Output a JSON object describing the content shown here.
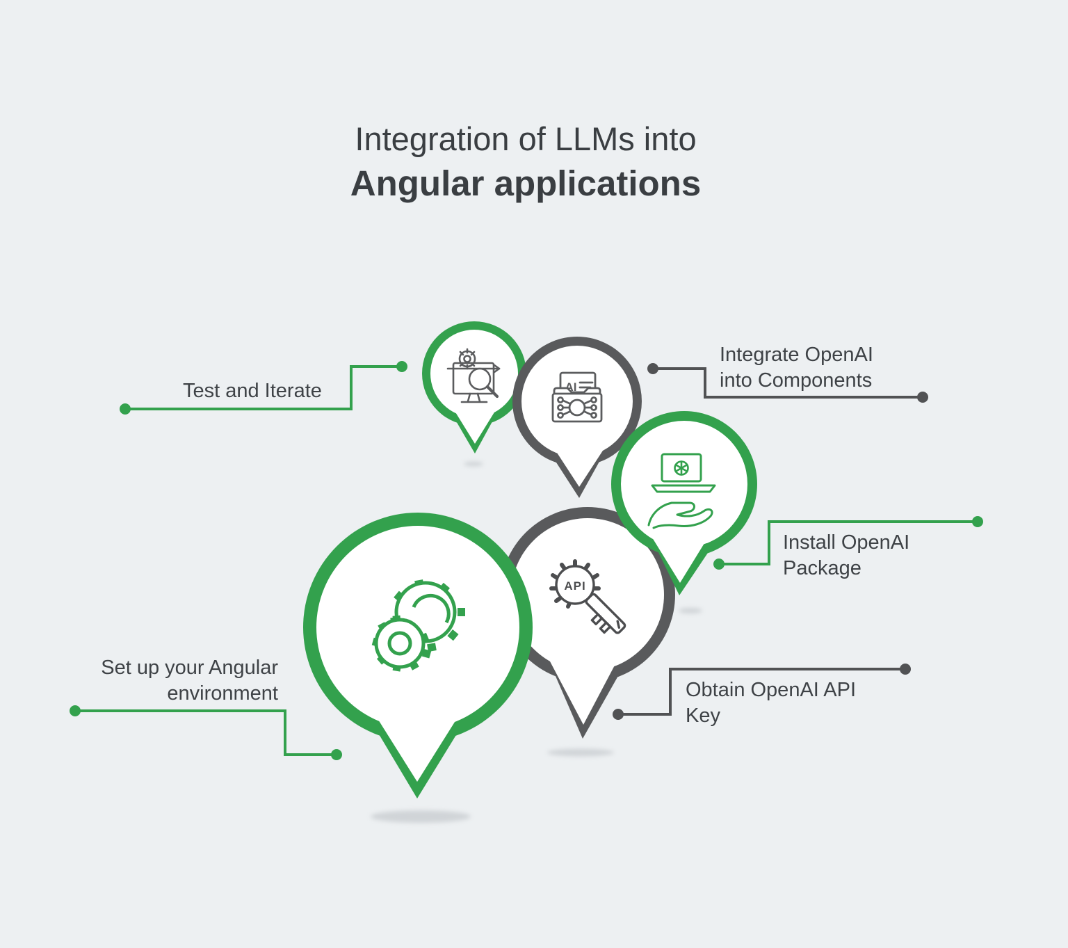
{
  "title": {
    "line1": "Integration of LLMs into",
    "line2": "Angular applications"
  },
  "steps": [
    {
      "name": "test-and-iterate",
      "lines": [
        "Test and Iterate"
      ],
      "accent": "green"
    },
    {
      "name": "integrate-openai-into-components",
      "lines": [
        "Integrate OpenAI",
        "into Components"
      ],
      "accent": "gray"
    },
    {
      "name": "install-openai-package",
      "lines": [
        "Install OpenAI",
        "Package"
      ],
      "accent": "green"
    },
    {
      "name": "obtain-openai-api-key",
      "lines": [
        "Obtain OpenAI API",
        "Key"
      ],
      "accent": "gray"
    },
    {
      "name": "set-up-angular-environment",
      "lines": [
        "Set up your Angular",
        "environment"
      ],
      "accent": "green"
    }
  ],
  "icon_texts": {
    "api": "API",
    "ai": "AI"
  },
  "icons": [
    "monitor-gear-search-icon",
    "ai-document-folder-icon",
    "laptop-openai-hand-icon",
    "api-key-icon",
    "gears-icon"
  ],
  "colors": {
    "green": "#33A14D",
    "ring_gray": "#595A5C",
    "line_gray": "#515254",
    "icon_gray": "#5B5C5E",
    "icon_dark": "#4C4D4F",
    "text_dark": "#3A3E42",
    "text_label": "#3E4246",
    "background": "#EDF0F2",
    "shadow": "#B9BEC2",
    "white": "#FFFFFF"
  }
}
